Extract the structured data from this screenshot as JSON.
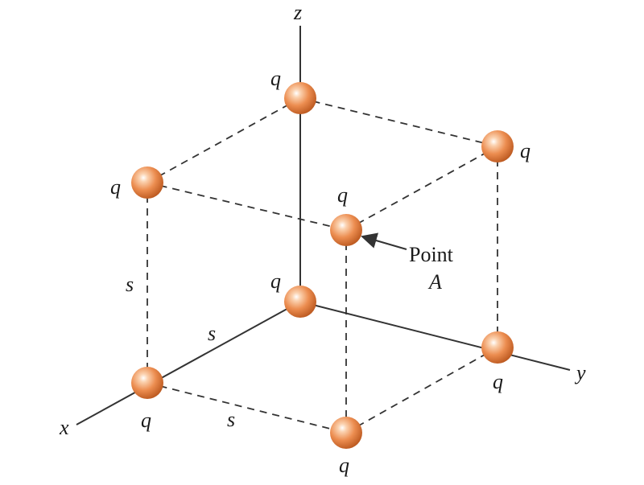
{
  "axes": {
    "x": "x",
    "y": "y",
    "z": "z"
  },
  "charge_label": "q",
  "side_label": "s",
  "point_label": {
    "line1": "Point",
    "line2": "A"
  },
  "colors": {
    "sphere": "#e8864a",
    "sphere_dark": "#c85f22",
    "line": "#333333"
  }
}
